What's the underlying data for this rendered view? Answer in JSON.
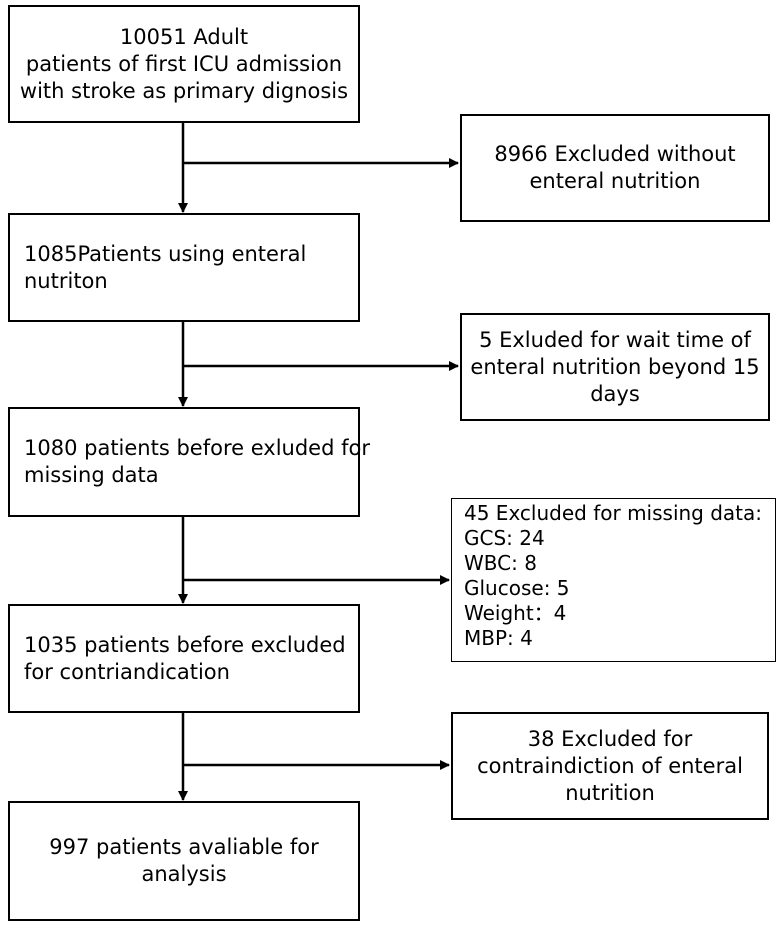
{
  "main_steps": [
    {
      "lines": [
        "10051 Adult",
        "patients of first ICU admission",
        "with stroke as primary dignosis"
      ]
    },
    {
      "lines": [
        "1085Patients using enteral",
        "nutriton"
      ]
    },
    {
      "lines": [
        "1080 patients before exluded for",
        "missing data"
      ]
    },
    {
      "lines": [
        "1035 patients before excluded",
        "for contriandication"
      ]
    },
    {
      "lines": [
        "997 patients avaliable for",
        "analysis"
      ]
    }
  ],
  "exclusions": [
    {
      "lines": [
        "8966 Excluded without",
        "enteral nutrition"
      ]
    },
    {
      "lines": [
        "5 Exluded for wait time of",
        "enteral nutrition beyond 15",
        "days"
      ]
    },
    {
      "lines": [
        "45 Excluded for missing data:",
        "GCS: 24",
        "WBC: 8",
        "Glucose: 5",
        "Weight：4",
        "MBP: 4"
      ]
    },
    {
      "lines": [
        "38 Excluded for",
        "contraindiction of enteral",
        "nutrition"
      ]
    }
  ]
}
